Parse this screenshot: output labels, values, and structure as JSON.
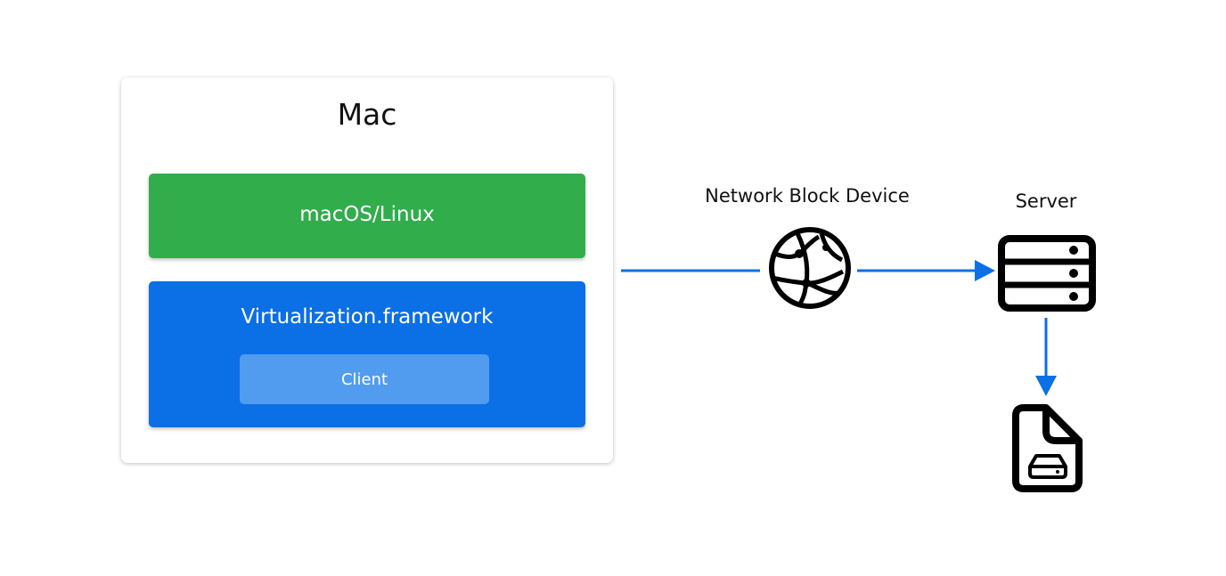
{
  "mac": {
    "title": "Mac",
    "os_label": "macOS/Linux",
    "framework_label": "Virtualization.framework",
    "client_label": "Client"
  },
  "network": {
    "label": "Network Block Device",
    "icon": "globe-icon"
  },
  "server": {
    "label": "Server",
    "icon": "server-icon"
  },
  "storage": {
    "icon": "disk-image-file-icon"
  },
  "colors": {
    "os_green": "#31ad4c",
    "framework_blue": "#0b6fe6",
    "client_blue": "#519cee",
    "arrow_blue": "#0b6fe6",
    "icon_black": "#000000"
  }
}
